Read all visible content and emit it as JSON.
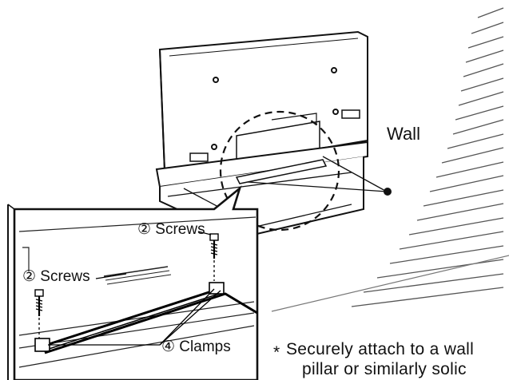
{
  "labels": {
    "wall": "Wall",
    "screws_top": "② Screws",
    "screws_left": "② Screws",
    "clamps": "④ Clamps"
  },
  "note": {
    "marker": "*",
    "line1": "Securely attach to a wall",
    "line2": "pillar or similarly solic"
  }
}
